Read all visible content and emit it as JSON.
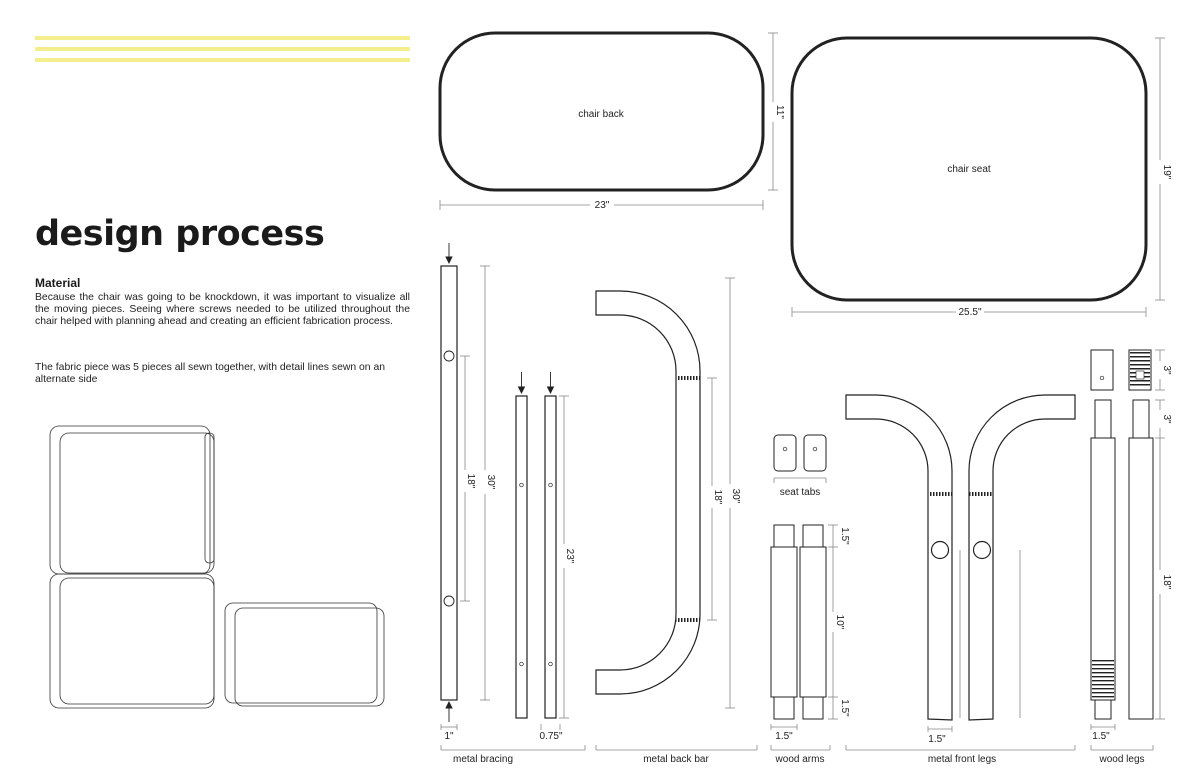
{
  "page": {
    "title": "design process",
    "section_heading": "Material",
    "paragraph_1": "Because the chair was going to be knockdown, it was important to visualize all the moving pieces. Seeing where screws needed to be utilized throughout the chair helped with planning ahead and creating an efficient fabrication process.",
    "paragraph_2": "The fabric piece was 5 pieces all sewn together, with detail lines sewn on an alternate side",
    "accent_color": "#f4ef8c"
  },
  "diagram": {
    "chair_back": {
      "label": "chair back",
      "width_dim": "23\"",
      "height_dim": "11\""
    },
    "chair_seat": {
      "label": "chair seat",
      "width_dim": "25.5\"",
      "height_dim": "19\""
    },
    "metal_bracing": {
      "caption": "metal bracing",
      "dim_long": "30\"",
      "dim_hole": "18\"",
      "dim_width": "1\"",
      "dim_thin": "23\"",
      "dim_thin_width": "0.75\""
    },
    "metal_back_bar": {
      "caption": "metal back bar",
      "dim_inner": "18\"",
      "dim_outer": "30\""
    },
    "seat_tabs": {
      "caption": "seat tabs"
    },
    "wood_arms": {
      "caption": "wood arms",
      "dim_top": "1.5\"",
      "dim_mid": "10\"",
      "dim_bottom": "1.5\"",
      "dim_width": "1.5\""
    },
    "metal_front_legs": {
      "caption": "metal front legs",
      "dim_width": "1.5\""
    },
    "wood_legs": {
      "caption": "wood legs",
      "dim_cap": "3\"",
      "dim_top": "3\"",
      "dim_long": "18\"",
      "dim_width": "1.5\""
    }
  }
}
